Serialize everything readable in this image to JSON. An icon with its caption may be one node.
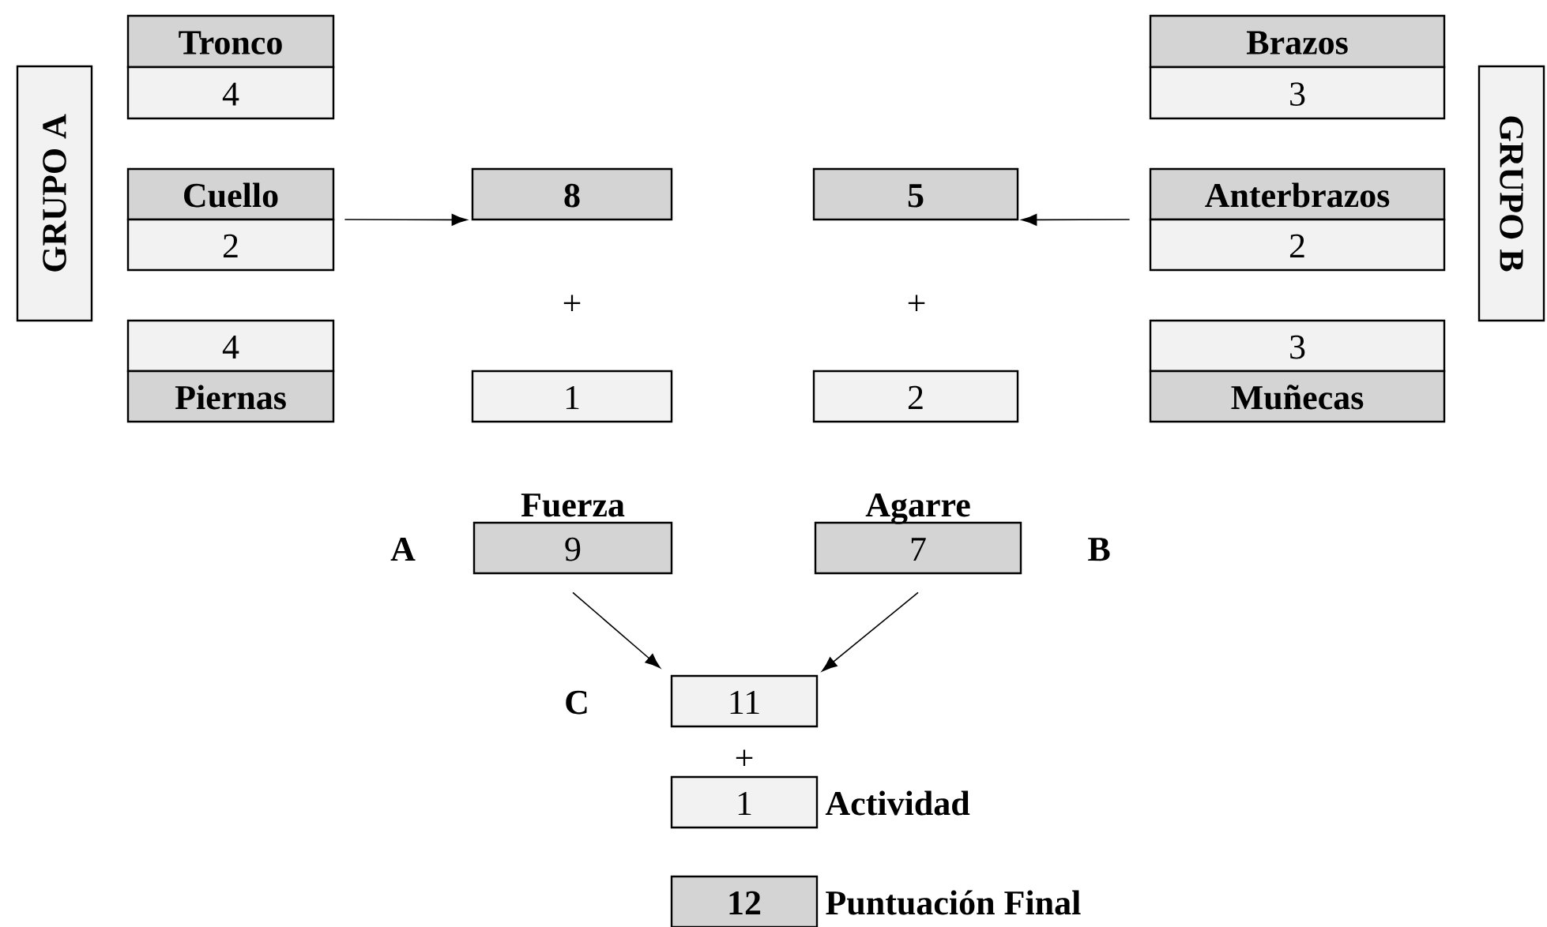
{
  "diagram": {
    "nodes": [
      {
        "text": [
          "GRUPO A"
        ]
      },
      {
        "text": [
          "Tronco",
          "4"
        ]
      },
      {
        "text": [
          "Cuello",
          "2"
        ]
      },
      {
        "text": [
          "4",
          "Piernas"
        ]
      },
      {
        "text": [
          "8"
        ]
      },
      {
        "text": [
          "1"
        ]
      },
      {
        "text": [
          "5"
        ]
      },
      {
        "text": [
          "2"
        ]
      },
      {
        "text": [
          "Brazos",
          "3"
        ]
      },
      {
        "text": [
          "Anterbrazos",
          "2"
        ]
      },
      {
        "text": [
          "3",
          "Muñecas"
        ]
      },
      {
        "text": [
          "GRUPO B"
        ]
      },
      {
        "text": [
          "Fuerza",
          "9"
        ],
        "beside": [
          "A"
        ]
      },
      {
        "text": [
          "Agarre",
          "7"
        ],
        "beside": [
          "B"
        ]
      },
      {
        "text": [
          "11"
        ],
        "beside": [
          "C"
        ]
      },
      {
        "text": [
          "1"
        ],
        "beside": [
          "Actividad"
        ]
      },
      {
        "text": [
          "12"
        ],
        "beside": [
          "Puntuación Final"
        ]
      }
    ],
    "edges": [
      {
        "from": 2,
        "to": 4,
        "arrow": "to"
      },
      {
        "from": 9,
        "to": 6,
        "arrow": "to"
      },
      {
        "from": 12,
        "to": 14,
        "arrow": "to"
      },
      {
        "from": 13,
        "to": 14,
        "arrow": "to"
      }
    ],
    "labels": [
      "+",
      "+",
      "+"
    ]
  }
}
